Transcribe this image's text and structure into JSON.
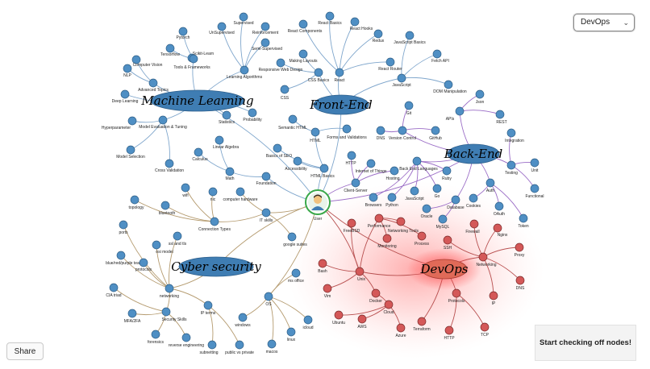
{
  "controls": {
    "selected_path": "DevOps",
    "share_label": "Share",
    "start_label": "Start checking off nodes!"
  },
  "colors": {
    "node_blue": "#4f8fc4",
    "node_red": "#d45858",
    "hub_blue": "#3f7db3",
    "hub_red": "#e06a58",
    "edge_blue": "#7fa6cc",
    "edge_purple": "#9a6cc6",
    "edge_brown": "#b49a6e",
    "edge_red": "#b85050",
    "user_green": "#3aa84a"
  },
  "hubs": {
    "machine_learning": "Machine Learning",
    "front_end": "Front-End",
    "back_end": "Back-End",
    "cyber_security": "Cyber security",
    "devops": "DevOps"
  },
  "user": "User",
  "nodes": {
    "ml": [
      "Pytorch",
      "Supervised",
      "UnSupervised",
      "Reinforcement",
      "Tensorflow",
      "Scikit-Learn",
      "Semi-Supervised",
      "Computer Vision",
      "Tools & Frameworks",
      "NLP",
      "Learning Algorithms",
      "Advanced Topics",
      "Deep Learning",
      "Statistics",
      "Probability",
      "Hyperparameter",
      "Model Evaluation & Tuning",
      "Linear Algebra",
      "Calculus",
      "Model Selection",
      "Cross Validation",
      "Math",
      "Foundation"
    ],
    "fe": [
      "React Basics",
      "React Components",
      "React Hooks",
      "Redux",
      "JavaScript Basics",
      "Fetch API",
      "Making Layouts",
      "Responsive Web Design",
      "CSS Basics",
      "React",
      "React Router",
      "JavaScript",
      "DOM Manipulation",
      "CSS",
      "Semantic HTML",
      "HTML",
      "Forms and Validations",
      "Basics of SEO",
      "Accessibility",
      "HTML Basics"
    ],
    "be": [
      "Git",
      "Json",
      "APIs",
      "REST",
      "DNS",
      "Version Control",
      "GitHub",
      "Integration",
      "HTTP",
      "Internet of Things",
      "Back End Languages",
      "Testing",
      "Unit",
      "Hosting",
      "Ruby",
      "Auth",
      "Functional",
      "Client-Server",
      "JavaScript",
      "Go",
      "Browsers",
      "Python",
      "Database",
      "Cookies",
      "OAuth",
      "Oracle",
      "MySQL",
      "Token"
    ],
    "cs": [
      "wifi",
      "computer hardware",
      "topology",
      "nic",
      "bluetooth",
      "Connection Types",
      "IT skills",
      "ports",
      "ssl and tls",
      "osi model",
      "google suites",
      "blue/red/purple team",
      "protocols",
      "ms office",
      "CIA triad",
      "networking",
      "OS",
      "IP terms",
      "MFA/2FA",
      "Security Skills",
      "windows",
      "icloud",
      "forensics",
      "reverse engineering",
      "linux",
      "subnetting",
      "public vs private",
      "macos"
    ],
    "do": [
      "FreeBSD",
      "Performance",
      "Networking Tools",
      "Monitoring",
      "Process",
      "Firewall",
      "Nginx",
      "SSH",
      "Proxy",
      "Networking",
      "Bash",
      "Unix",
      "DNS",
      "Vim",
      "Docker",
      "Protocols",
      "IP",
      "Cloud",
      "Ubuntu",
      "AWS",
      "Azure",
      "Terraform",
      "HTTP",
      "TCP"
    ]
  }
}
